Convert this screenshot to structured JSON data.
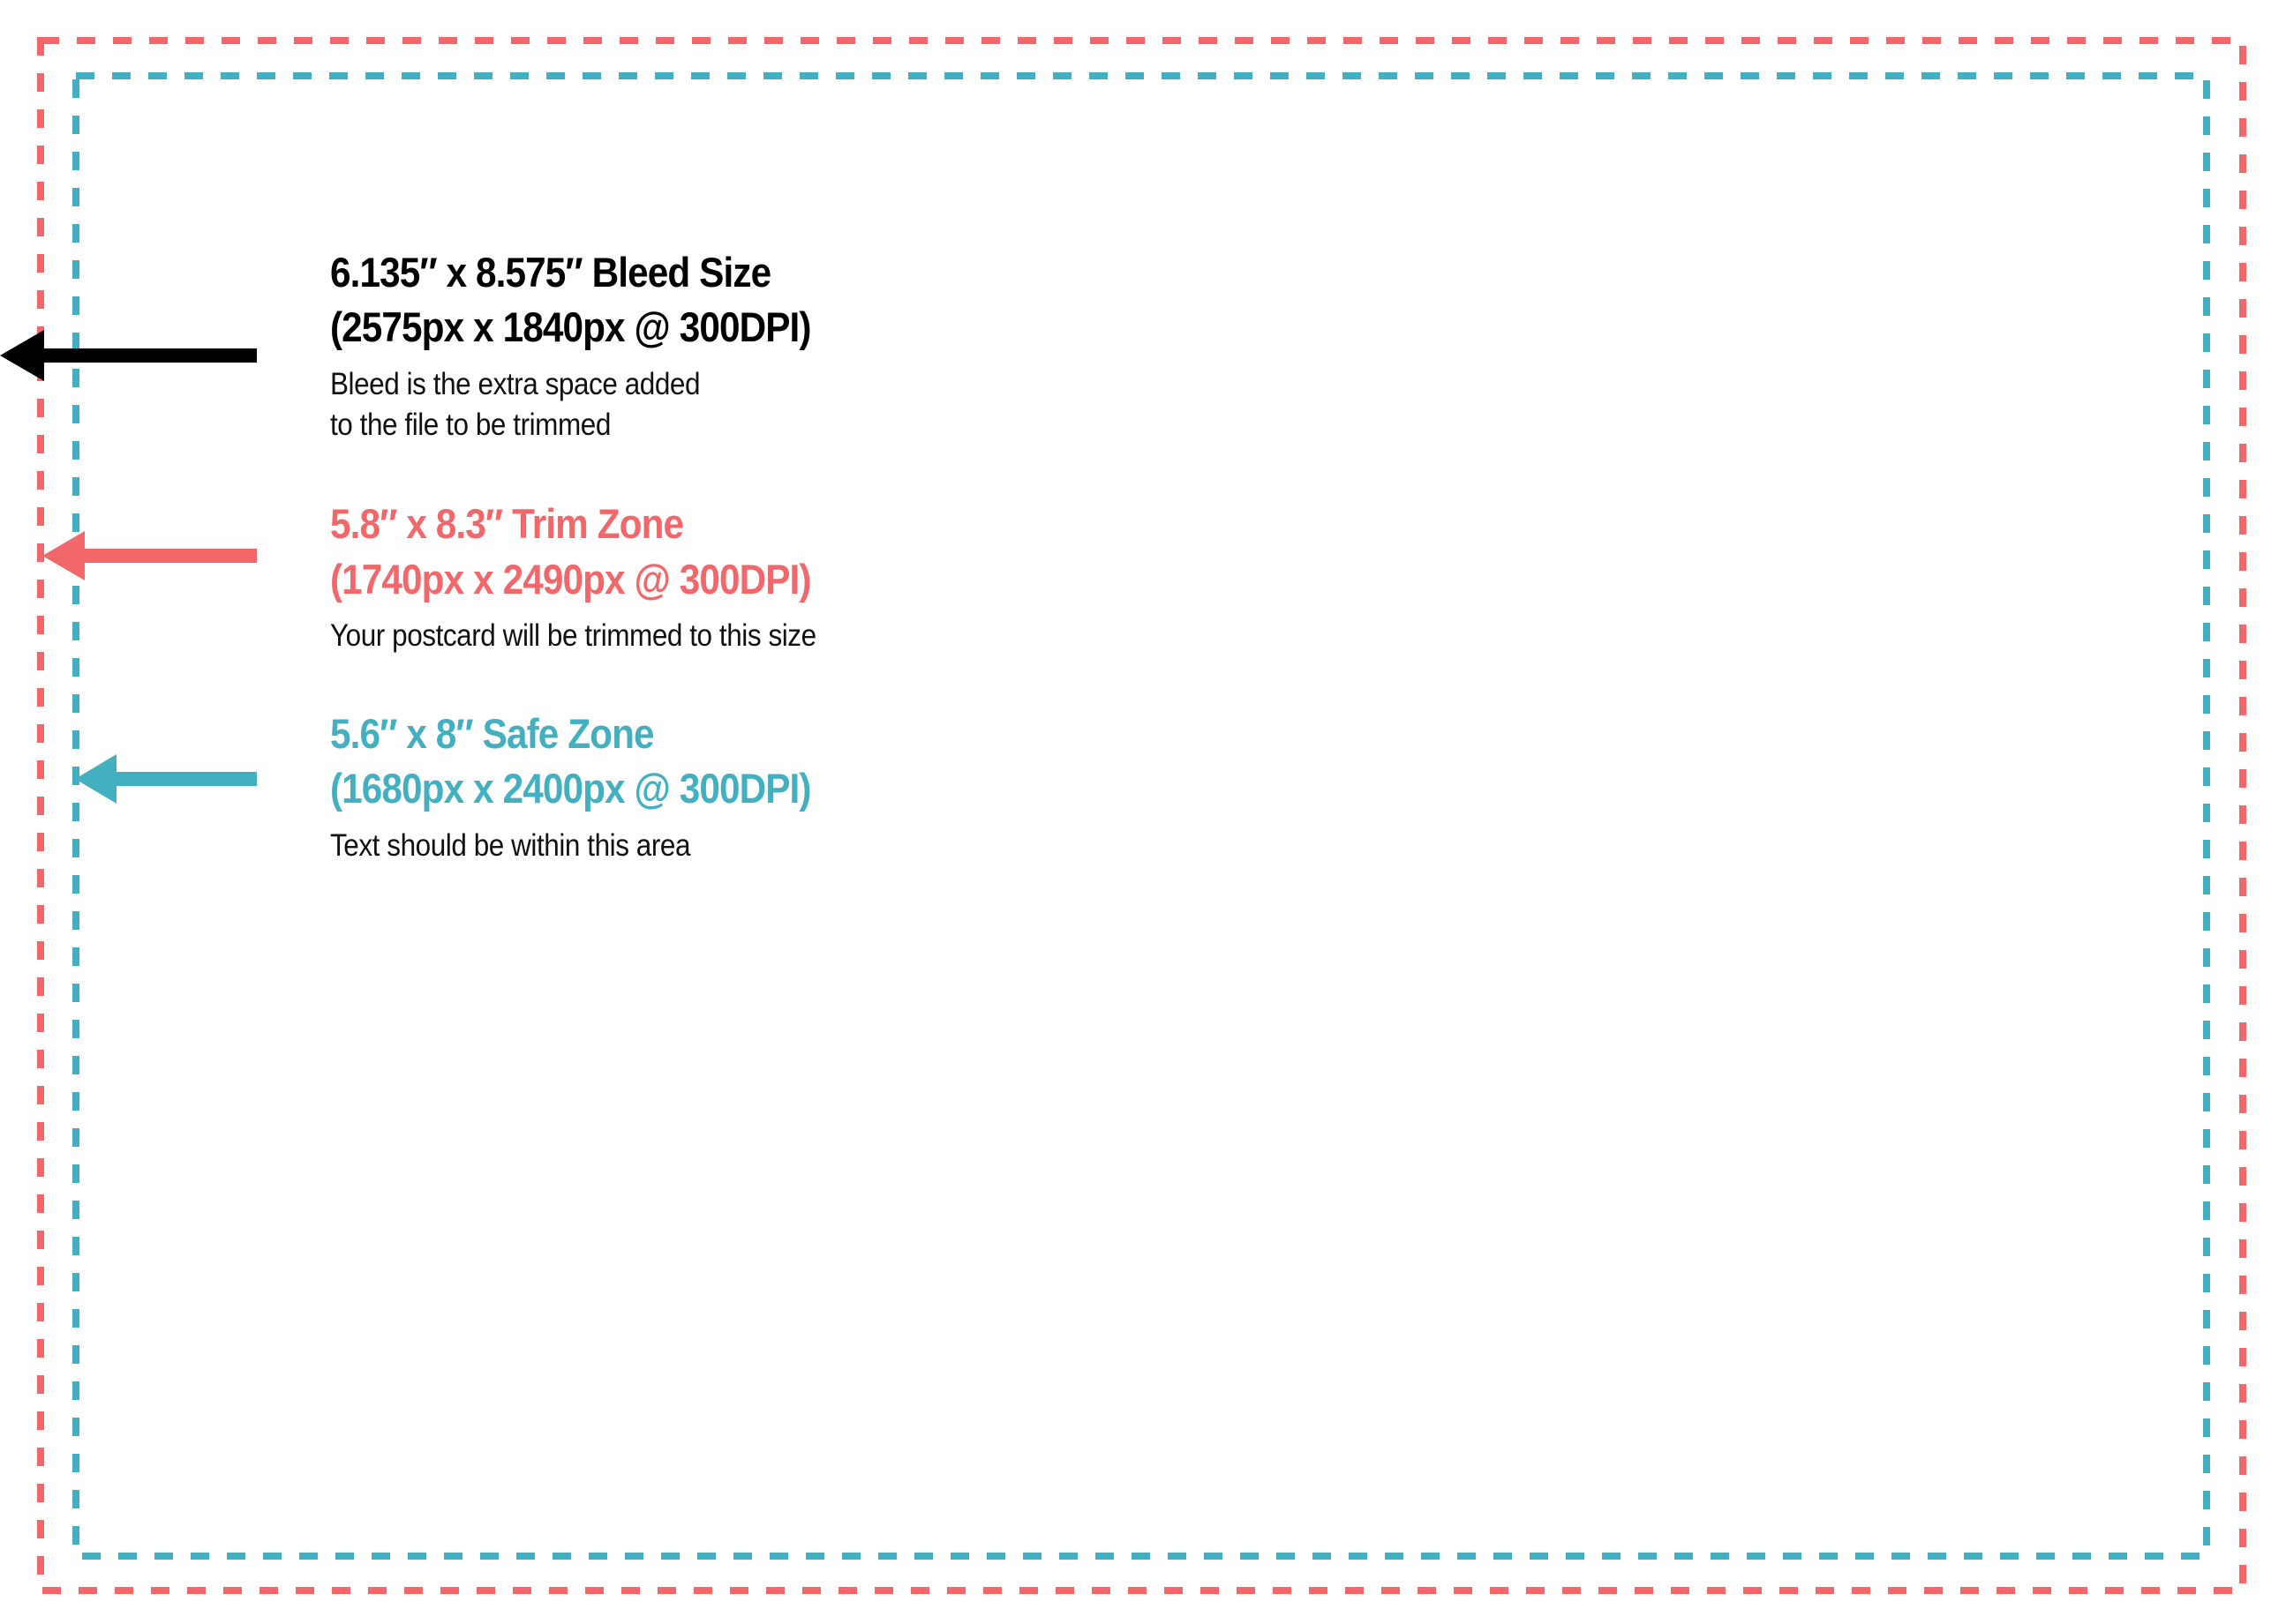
{
  "colors": {
    "bleed": "#000000",
    "trim": "#f2686a",
    "safe": "#43b0c1"
  },
  "bleed": {
    "title": "6.135″ x 8.575″ Bleed Size",
    "pixels": "(2575px x 1840px @ 300DPI)",
    "description_line1": "Bleed is the extra space added",
    "description_line2": "to the file to be trimmed",
    "icon": "arrow-left-icon"
  },
  "trim": {
    "title": "5.8″ x 8.3″  Trim Zone",
    "pixels": "(1740px x 2490px @ 300DPI)",
    "description": "Your postcard will be trimmed to this size",
    "icon": "arrow-left-icon"
  },
  "safe": {
    "title": "5.6″ x 8″ Safe Zone",
    "pixels": "(1680px x 2400px @ 300DPI)",
    "description": "Text should be within this area",
    "icon": "arrow-left-icon"
  }
}
